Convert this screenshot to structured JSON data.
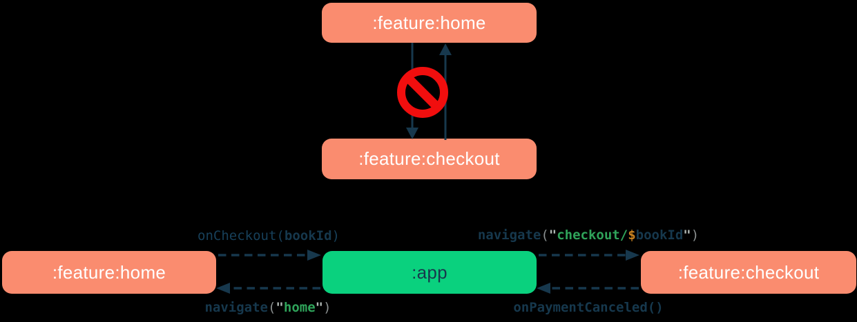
{
  "diagram_top": {
    "node_home": ":feature:home",
    "node_checkout": ":feature:checkout",
    "forbidden_icon": "no-entry-icon"
  },
  "diagram_bottom": {
    "node_home": ":feature:home",
    "node_app": ":app",
    "node_checkout": ":feature:checkout",
    "edge_home_to_app": {
      "fn": "onCheckout",
      "open": "(",
      "arg": "bookId",
      "close": ")"
    },
    "edge_app_to_home": {
      "fn": "navigate",
      "open": "(",
      "q1": "\"",
      "str": "home",
      "q2": "\"",
      "close": ")"
    },
    "edge_app_to_checkout": {
      "fn": "navigate",
      "open": "(",
      "q1": "\"",
      "str": "checkout/",
      "dollar": "$",
      "var": "bookId",
      "q2": "\"",
      "close": ")"
    },
    "edge_checkout_to_app": {
      "fn": "onPaymentCanceled",
      "parens": "()"
    }
  },
  "colors": {
    "background": "#000000",
    "module_salmon": "#FA8C6F",
    "app_green": "#0AD17E",
    "arrow_navy": "#17384D",
    "forbidden_red": "#F10E0E",
    "code_navy": "#17405A",
    "code_green": "#2FA35A",
    "code_orange": "#C8821F",
    "code_gray": "#8A8F8F",
    "node_text_white": "#FFFFFF"
  }
}
